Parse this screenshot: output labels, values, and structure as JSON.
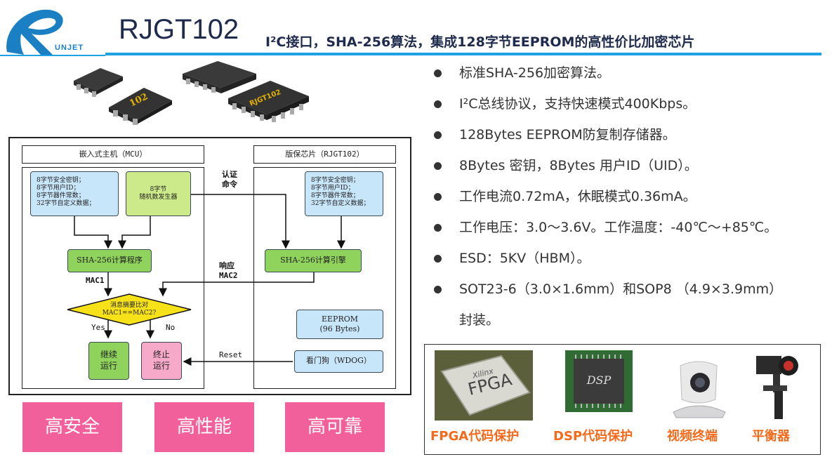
{
  "header": {
    "brand": "UNJET",
    "title": "RJGT102",
    "subtitle": "I²C接口，SHA-256算法，集成128字节EEPROM的高性价比加密芯片",
    "chip_marks": [
      "102",
      "RJGT102"
    ]
  },
  "diagram": {
    "host_title": "嵌入式主机（MCU）",
    "chip_title": "版保芯片（RJGT102）",
    "host_keys": [
      "8字节安全密钥；",
      "8字节用户ID；",
      "8字节器件常数；",
      "32字节自定义数据；"
    ],
    "chip_keys": [
      "8字节安全密钥；",
      "8字节用户ID；",
      "8字节器件常数；",
      "32字节自定义数据；"
    ],
    "rng": [
      "8字节",
      "随机数发生器"
    ],
    "host_sha": "SHA-256计算程序",
    "chip_sha": "SHA-256计算引擎",
    "auth_cmd": [
      "认证",
      "命令"
    ],
    "response": [
      "响应",
      "MAC2"
    ],
    "mac1": "MAC1",
    "compare": [
      "消息摘要比对",
      "MAC1==MAC2?"
    ],
    "yes": "Yes",
    "no": "No",
    "continue": [
      "继续",
      "运行"
    ],
    "stop": [
      "终止",
      "运行"
    ],
    "reset": "Reset",
    "eeprom": [
      "EEPROM",
      "(96 Bytes)"
    ],
    "wdog": "看门狗（WDOG）"
  },
  "highlights": [
    "高安全",
    "高性能",
    "高可靠"
  ],
  "features": [
    "标准SHA-256加密算法。",
    "I²C总线协议，支持快速模式400Kbps。",
    "128Bytes EEPROM防复制存储器。",
    "8Bytes 密钥，8Bytes 用户ID（UID）。",
    "工作电流0.72mA，休眠模式0.36mA。",
    "工作电压：3.0～3.6V。工作温度：-40℃～+85℃。",
    "ESD：5KV（HBM）。",
    "SOT23-6（3.0×1.6mm）和SOP8 （4.9×3.9mm）",
    "封装。"
  ],
  "applications": {
    "labels": [
      "FPGA代码保护",
      "DSP代码保护",
      "视频终端",
      "平衡器"
    ],
    "fpga_mark": [
      "Xilinx",
      "FPGA"
    ],
    "dsp_mark": "DSP"
  },
  "colors": {
    "accent_blue": "#1da1e2",
    "pink": "#f2609c",
    "orange_label": "#f4691a",
    "green": "#8fd25c",
    "light_blue": "#c8e6fa",
    "yellow": "#f7e21a"
  }
}
